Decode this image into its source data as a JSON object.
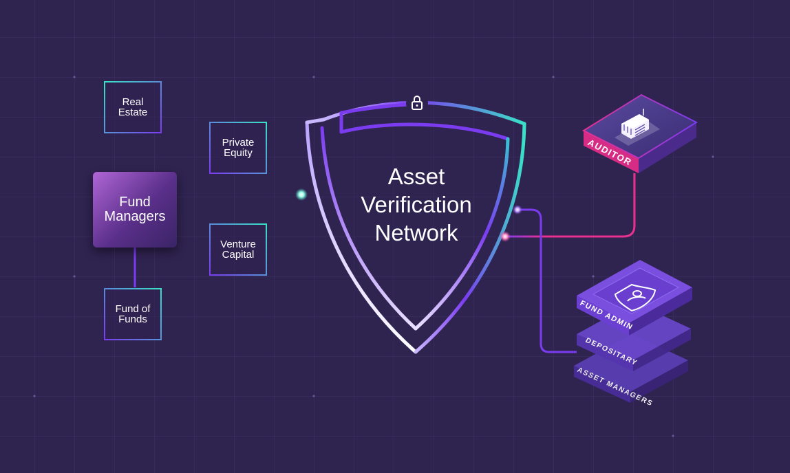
{
  "center": {
    "title_lines": [
      "Asset",
      "Verification",
      "Network"
    ]
  },
  "hub": {
    "lines": [
      "Fund",
      "Managers"
    ]
  },
  "categories": [
    {
      "lines": [
        "Real",
        "Estate"
      ]
    },
    {
      "lines": [
        "Private",
        "Equity"
      ]
    },
    {
      "lines": [
        "Venture",
        "Capital"
      ]
    },
    {
      "lines": [
        "Fund of",
        "Funds"
      ]
    }
  ],
  "nodes": {
    "auditor": "AUDITOR",
    "stack": [
      "FUND ADMIN",
      "DEPOSITARY",
      "ASSET MANAGERS"
    ]
  },
  "colors": {
    "background": "#2f2350",
    "teal": "#39e2c6",
    "violet": "#7b3cf0",
    "magenta": "#e8308f",
    "purple": "#8a57e6"
  },
  "icons": [
    "lock-icon",
    "building-icon",
    "shield-user-icon"
  ]
}
